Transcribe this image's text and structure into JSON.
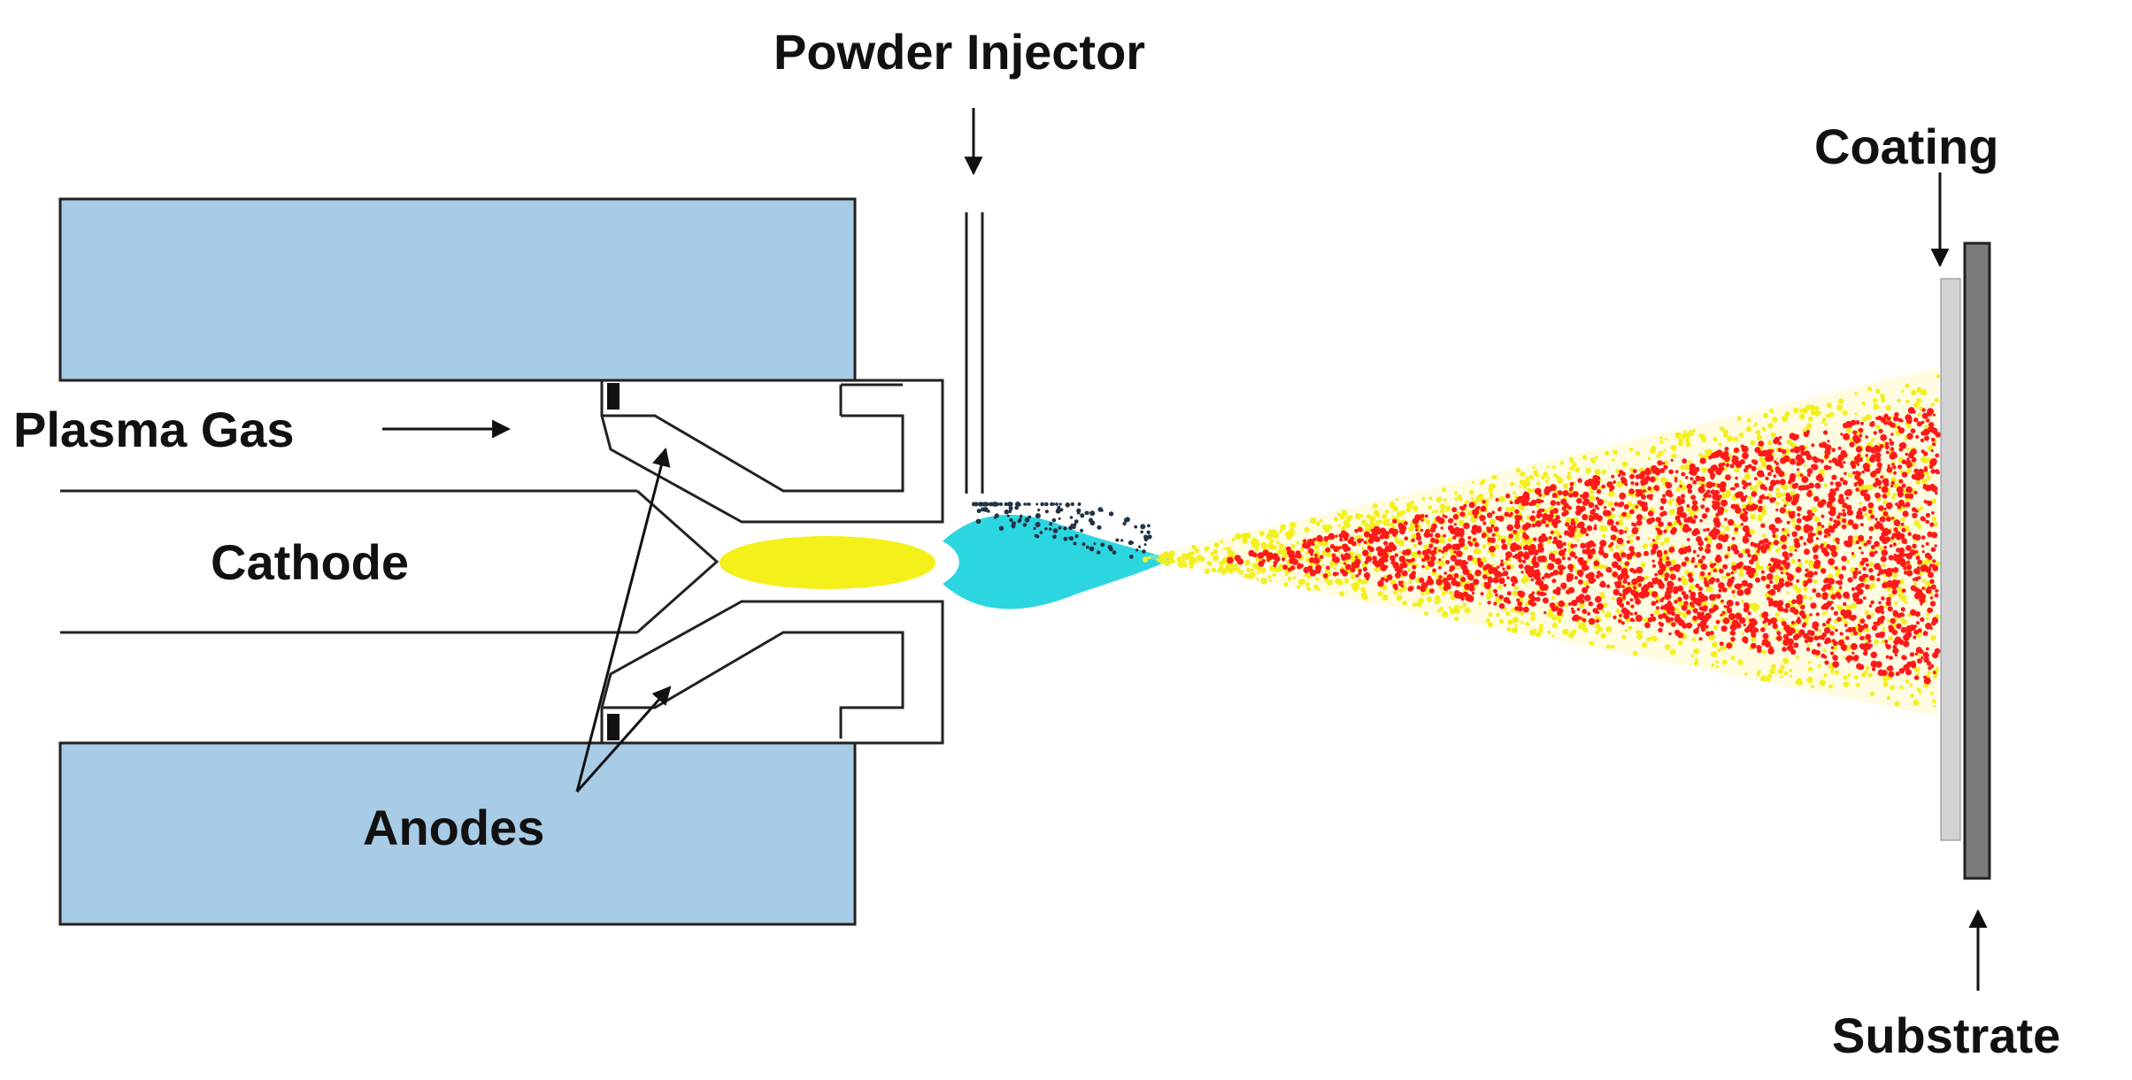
{
  "labels": {
    "powder_injector": "Powder Injector",
    "coating": "Coating",
    "plasma_gas": "Plasma Gas",
    "cathode": "Cathode",
    "anodes": "Anodes",
    "substrate": "Substrate"
  },
  "colors": {
    "housing": "#a8cce6",
    "flame": "#f4f01a",
    "powder_cloud": "#2cd6e0",
    "particles_hot": "#ff1a1a",
    "particles_cool": "#f4ef20",
    "coating": "#d2d2d2",
    "substrate": "#7b7b7b",
    "outline": "#222222"
  }
}
